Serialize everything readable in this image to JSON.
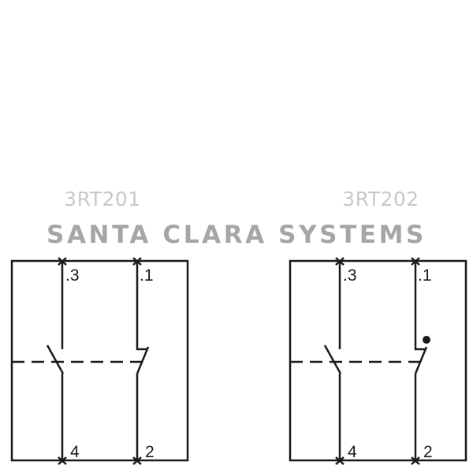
{
  "watermark": "SANTA CLARA SYSTEMS",
  "diagrams": [
    {
      "model": "3RT201",
      "terminals": {
        "top_left": ".3",
        "top_right": ".1",
        "bottom_left": "4",
        "bottom_right": "2"
      },
      "contact_types": [
        "normally-open",
        "normally-closed"
      ]
    },
    {
      "model": "3RT202",
      "terminals": {
        "top_left": ".3",
        "top_right": ".1",
        "bottom_left": "4",
        "bottom_right": "2"
      },
      "contact_types": [
        "normally-open",
        "normally-closed-with-dot"
      ]
    }
  ],
  "colors": {
    "line": "#1a1a1a",
    "model_text": "#c8c8c8",
    "watermark": "#a6a6a6"
  }
}
